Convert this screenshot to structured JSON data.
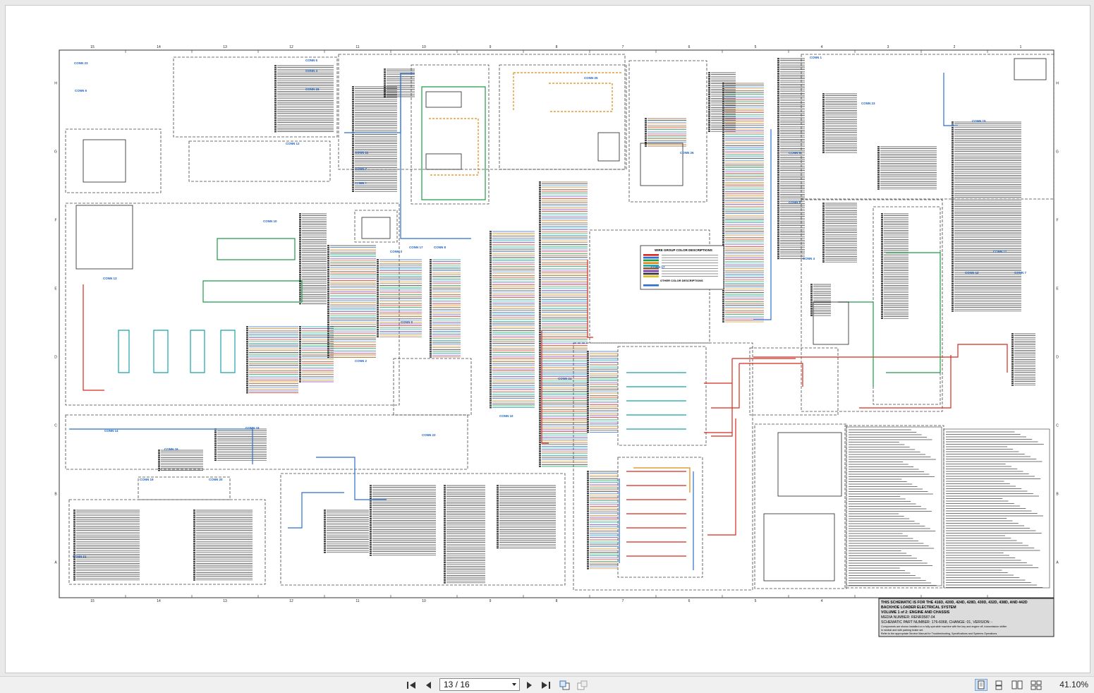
{
  "document": {
    "title_block": {
      "line1": "THIS SCHEMATIC IS FOR THE 416D, 420D, 424D, 428D, 430D, 432D, 438D, AND 442D",
      "line2": "BACKHOE LOADER ELECTRICAL SYSTEM",
      "line3": "VOLUME 1 of 2: ENGINE AND CHASSIS",
      "line4": "MEDIA NUMBER:  RENR3587-04",
      "line5": "SCHEMATIC PART NUMBER: 176-6068, CHANGE: 01, VERSION: -",
      "line6": "Components are shown installed on a fully operable machine with the key and engine off, transmission shifter",
      "line7": "in neutral and with parking brake set.",
      "line8": "Refer to the appropriate Service Manual for Troubleshooting, Specifications and Systems Operations."
    },
    "legend": {
      "heading": "WIRE GROUP COLOR DESCRIPTIONS",
      "subheading": "OTHER COLOR DESCRIPTIONS"
    },
    "column_numbers": [
      "15",
      "14",
      "13",
      "12",
      "11",
      "10",
      "9",
      "8",
      "7",
      "6",
      "5",
      "4",
      "3",
      "2",
      "1"
    ],
    "row_letters": [
      "H",
      "G",
      "F",
      "E",
      "D",
      "C",
      "B",
      "A"
    ],
    "connector_labels": [
      "CONN 23",
      "CONN 6",
      "CONN 5",
      "CONN 4",
      "CONN 15",
      "CONN 12",
      "CONN 11",
      "CONN 7",
      "CONN 1",
      "CONN 10",
      "CONN 17",
      "CONN 8",
      "CONN 3",
      "CONN 2",
      "CONN 9",
      "CONN 13",
      "CONN 14",
      "CONN 16",
      "CONN 18",
      "CONN 19",
      "CONN 20",
      "CONN 21",
      "CONN 22",
      "CONN 24",
      "CONN 25",
      "CONN 26"
    ]
  },
  "colors": {
    "wire_red": "#d42a1e",
    "wire_blue": "#2a6fd1",
    "wire_green": "#1f9a4a",
    "wire_orange": "#e08a12",
    "wire_teal": "#14a3a8",
    "wire_gray": "#555555",
    "connector_label": "#1a5fc7"
  },
  "toolbar": {
    "first_page_icon": "first-page-icon",
    "prev_page_icon": "previous-page-icon",
    "page_display": "13 / 16",
    "next_page_icon": "next-page-icon",
    "last_page_icon": "last-page-icon",
    "rotate_left_icon": "rotate-counterclockwise-icon",
    "rotate_right_icon": "rotate-clockwise-icon",
    "view_single": "single-page-view-icon",
    "view_continuous": "continuous-view-icon",
    "view_facing": "facing-pages-view-icon",
    "view_facing_continuous": "facing-continuous-view-icon",
    "zoom": "41.10%"
  }
}
